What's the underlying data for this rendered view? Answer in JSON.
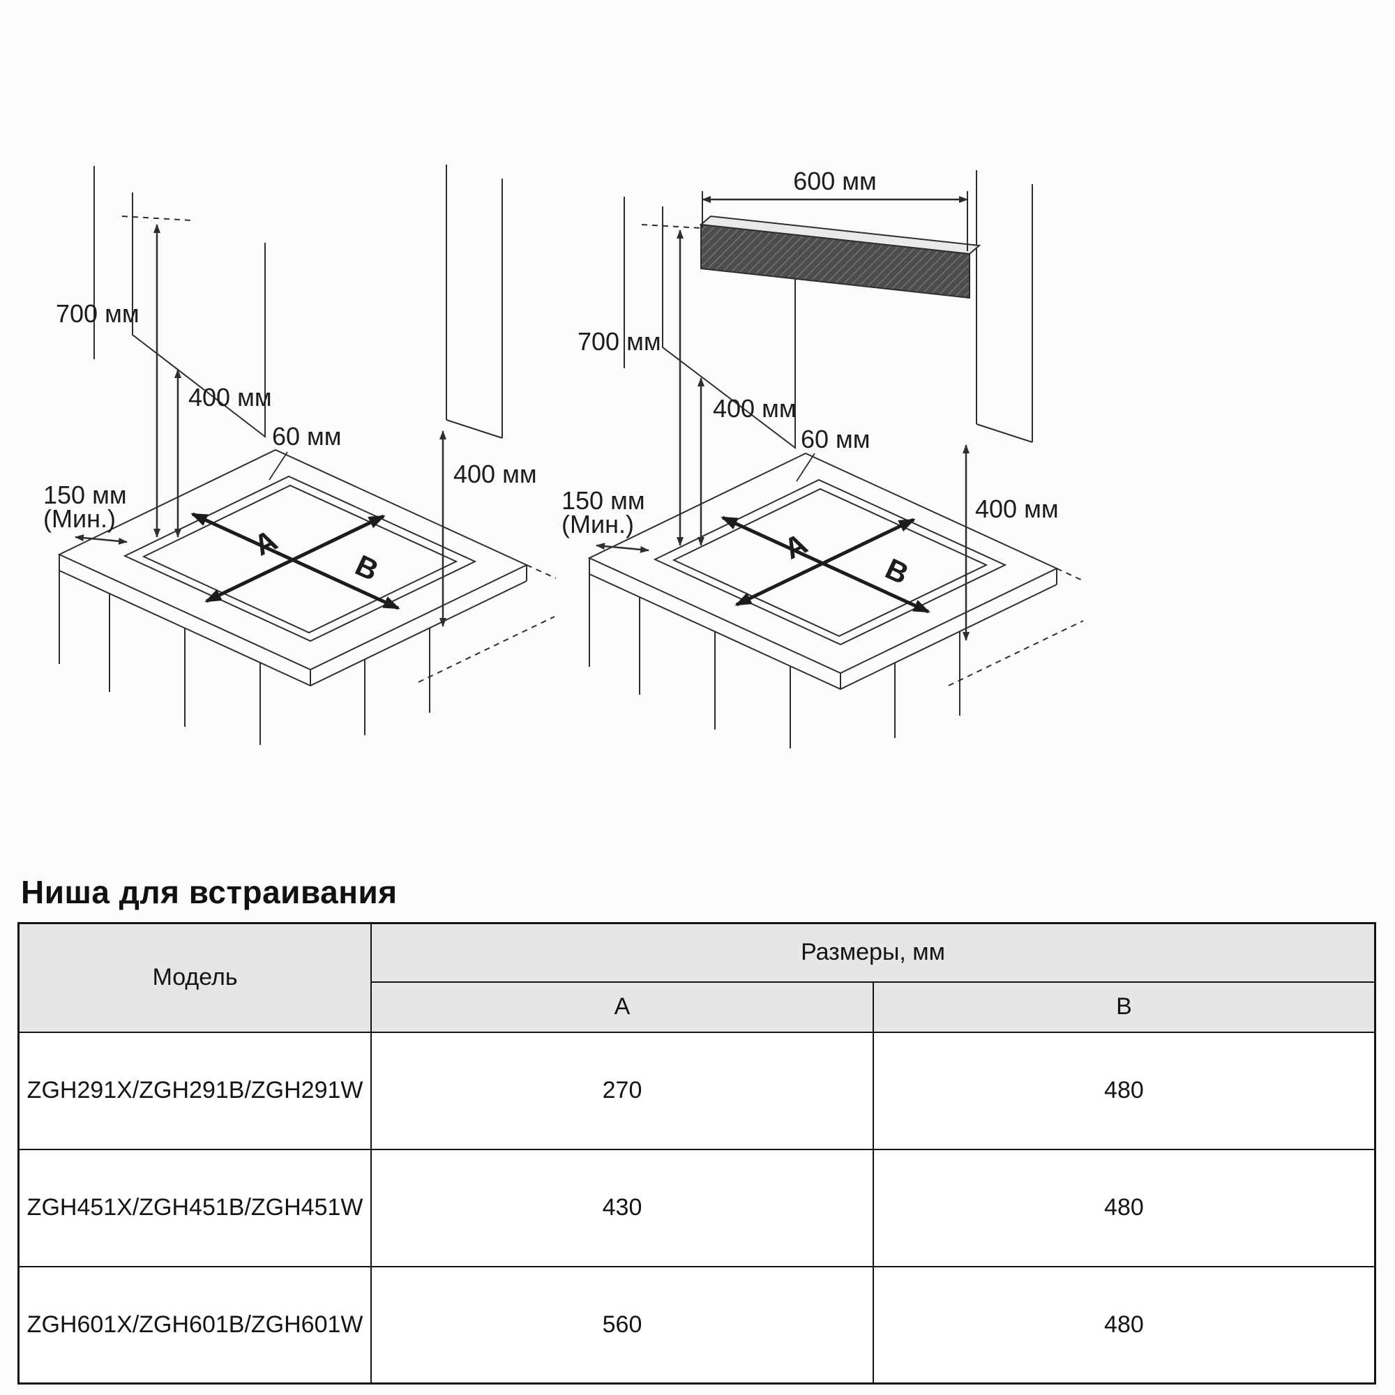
{
  "diagrams": {
    "left": {
      "labels": {
        "h700": "700 мм",
        "h400": "400 мм",
        "gap60": "60 мм",
        "side150": "150 мм",
        "side150_min": "(Мин.)",
        "right400": "400 мм",
        "dim_a": "A",
        "dim_b": "B"
      }
    },
    "right": {
      "labels": {
        "hood600": "600 мм",
        "h700": "700 мм",
        "h400": "400 мм",
        "gap60": "60 мм",
        "side150": "150 мм",
        "side150_min": "(Мин.)",
        "right400": "400 мм",
        "dim_a": "A",
        "dim_b": "B"
      }
    }
  },
  "section": {
    "title": "Ниша для встраивания"
  },
  "table": {
    "col_model": "Модель",
    "col_dimensions": "Размеры, мм",
    "col_a": "A",
    "col_b": "B",
    "rows": [
      {
        "model": "ZGH291X/ZGH291B/ZGH291W",
        "a": "270",
        "b": "480"
      },
      {
        "model": "ZGH451X/ZGH451B/ZGH451W",
        "a": "430",
        "b": "480"
      },
      {
        "model": "ZGH601X/ZGH601B/ZGH601W",
        "a": "560",
        "b": "480"
      }
    ]
  }
}
